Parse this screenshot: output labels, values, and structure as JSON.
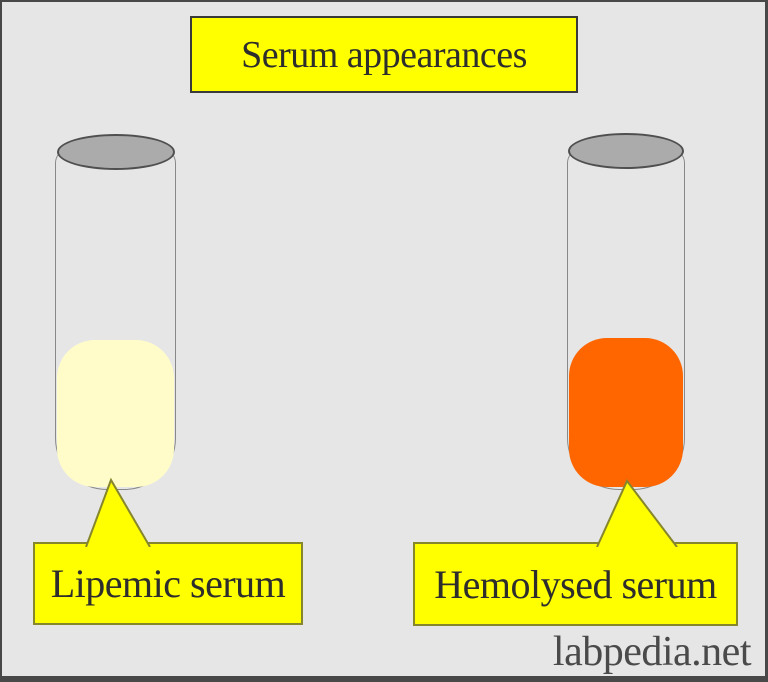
{
  "title": {
    "text": "Serum appearances"
  },
  "tubes": [
    {
      "name": "lipemic-serum-tube",
      "label": "Lipemic serum",
      "serum_color": "#fffcca",
      "cap_color": "#ababab"
    },
    {
      "name": "hemolysed-serum-tube",
      "label": "Hemolysed serum",
      "serum_color": "#ff6600",
      "cap_color": "#ababab"
    }
  ],
  "watermark": {
    "text": "labpedia.net"
  },
  "colors": {
    "background": "#e6e6e6",
    "frame": "#484848",
    "callout_fill": "#ffff00",
    "callout_border": "#86862c",
    "title_box_fill": "#ffff00",
    "title_box_border": "#3a3a3a",
    "text": "#2d2d2d",
    "watermark_text": "#4a4a4a",
    "tube_outline": "#888888",
    "cap_fill": "#ababab",
    "cap_border": "#4f4f4f"
  }
}
